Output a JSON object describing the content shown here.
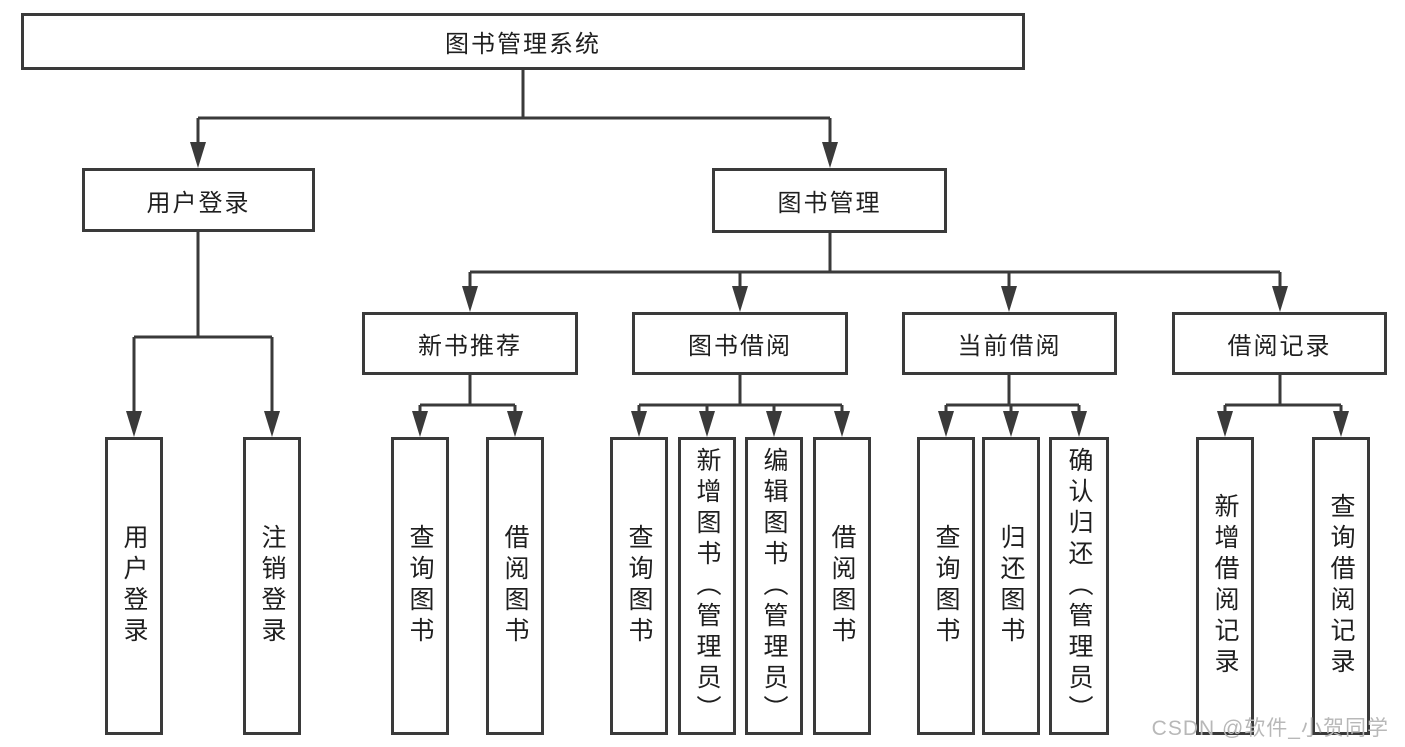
{
  "nodes": {
    "root": "图书管理系统",
    "user_login": "用户登录",
    "book_management": "图书管理",
    "new_book_recommendation": "新书推荐",
    "book_borrowing": "图书借阅",
    "current_borrowing": "当前借阅",
    "borrowing_records": "借阅记录",
    "leaf_user_login": "用户登录",
    "leaf_logout": "注销登录",
    "leaf_nbr_query_books": "查询图书",
    "leaf_nbr_borrow_books": "借阅图书",
    "leaf_bb_query_books": "查询图书",
    "leaf_bb_add_books": "新增图书（管理员）",
    "leaf_bb_edit_books": "编辑图书（管理员）",
    "leaf_bb_borrow_books": "借阅图书",
    "leaf_cb_query_books": "查询图书",
    "leaf_cb_return_books": "归还图书",
    "leaf_cb_confirm_return": "确认归还（管理员）",
    "leaf_br_add_record": "新增借阅记录",
    "leaf_br_query_record": "查询借阅记录"
  },
  "hierarchy": {
    "图书管理系统": {
      "用户登录": [
        "用户登录",
        "注销登录"
      ],
      "图书管理": {
        "新书推荐": [
          "查询图书",
          "借阅图书"
        ],
        "图书借阅": [
          "查询图书",
          "新增图书（管理员）",
          "编辑图书（管理员）",
          "借阅图书"
        ],
        "当前借阅": [
          "查询图书",
          "归还图书",
          "确认归还（管理员）"
        ],
        "借阅记录": [
          "新增借阅记录",
          "查询借阅记录"
        ]
      }
    }
  },
  "watermark": "CSDN @软件_小贺同学",
  "colors": {
    "line": "#3a3a3a",
    "text": "#1f1f1f",
    "watermark": "#b8b8b8",
    "background": "#ffffff"
  }
}
